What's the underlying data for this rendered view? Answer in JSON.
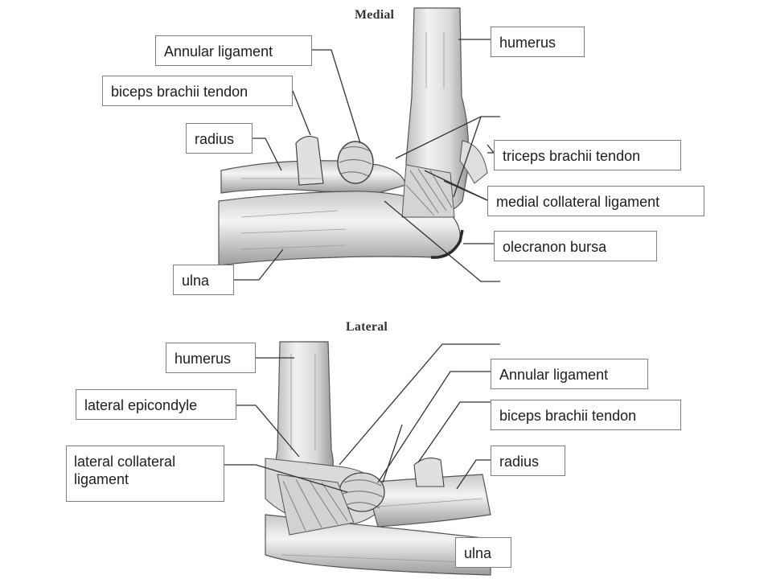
{
  "medial": {
    "title": "Medial",
    "labels": {
      "annular_ligament": "Annular ligament",
      "biceps_tendon": "biceps brachii tendon",
      "radius": "radius",
      "ulna": "ulna",
      "humerus": "humerus",
      "triceps_tendon": "triceps brachii tendon",
      "medial_collateral": "medial collateral ligament",
      "olecranon_bursa": "olecranon bursa"
    }
  },
  "lateral": {
    "title": "Lateral",
    "labels": {
      "humerus": "humerus",
      "lateral_epicondyle": "lateral epicondyle",
      "lateral_collateral": "lateral collateral ligament",
      "annular_ligament": "Annular ligament",
      "biceps_tendon": "biceps brachii tendon",
      "radius": "radius",
      "ulna": "ulna"
    }
  },
  "colors": {
    "box_border": "#7f7f7f",
    "leader_line": "#333333",
    "bone_fill": "#e6e6e6",
    "bone_stroke": "#555555",
    "bursa": "#2a2a2a"
  }
}
